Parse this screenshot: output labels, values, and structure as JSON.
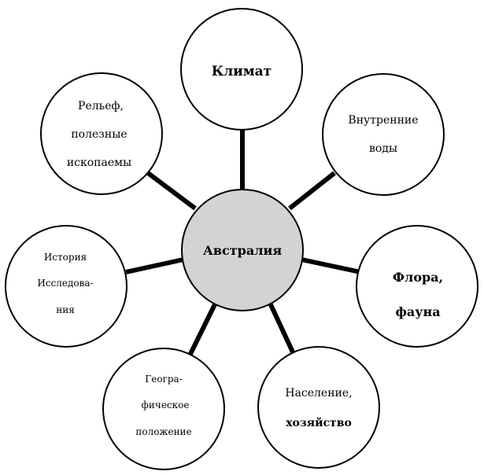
{
  "diagram": {
    "center": {
      "label": "Австралия",
      "fill": "#d3d3d3"
    },
    "nodes": [
      {
        "id": "klimat",
        "lines": [
          "Климат"
        ]
      },
      {
        "id": "vnutrennie-vody",
        "lines": [
          "Внутренние",
          "воды"
        ]
      },
      {
        "id": "flora-fauna",
        "lines": [
          "Флора,",
          "фауна"
        ]
      },
      {
        "id": "naselenie",
        "lines": [
          "Население,",
          "хозяйство"
        ]
      },
      {
        "id": "geo-polozhenie",
        "lines": [
          "Геогра-",
          "фическое",
          "положение"
        ]
      },
      {
        "id": "istoriya",
        "lines": [
          "История",
          "Исследова-",
          "ния"
        ]
      },
      {
        "id": "relief",
        "lines": [
          "Рельеф,",
          "полезные",
          "ископаемы"
        ]
      }
    ]
  }
}
